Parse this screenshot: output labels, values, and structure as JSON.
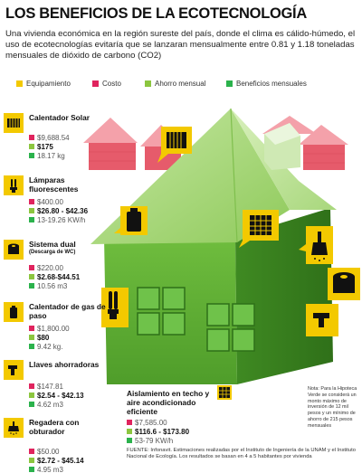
{
  "title": "LOS BENEFICIOS DE LA ECOTECNOLOGÍA",
  "intro": "Una vivienda económica en la región sureste del país, donde el clima es cálido-húmedo, el uso de ecotecnologías evitaría que se lanzaran mensualmente entre 0.81 y 1.18 toneladas mensuales de dióxido de carbono (CO2)",
  "legend": [
    {
      "label": "Equipamiento",
      "color": "#f3c900"
    },
    {
      "label": "Costo",
      "color": "#e0245e"
    },
    {
      "label": "Ahorro mensual",
      "color": "#8cc63f"
    },
    {
      "label": "Beneficios mensuales",
      "color": "#2bb24c"
    }
  ],
  "items": [
    {
      "name": "Calentador Solar",
      "sub": "",
      "cost": "$9,688.54",
      "saving": "$175",
      "benefit": "18.17 kg",
      "icon": "solar-heater-icon"
    },
    {
      "name": "Lámparas fluorescentes",
      "sub": "",
      "cost": "$400.00",
      "saving": "$26.80 - $42.36",
      "benefit": "13-19.26 KW/h",
      "icon": "lamp-icon"
    },
    {
      "name": "Sistema dual",
      "sub": "(Descarga de WC)",
      "cost": "$220.00",
      "saving": "$2.68-$44.51",
      "benefit": "10.56 m3",
      "icon": "toilet-icon"
    },
    {
      "name": "Calentador de gas de paso",
      "sub": "",
      "cost": "$1,800.00",
      "saving": "$80",
      "benefit": "9.42 kg.",
      "icon": "gas-heater-icon"
    },
    {
      "name": "Llaves ahorradoras",
      "sub": "",
      "cost": "$147.81",
      "saving": "$2.54 - $42.13",
      "benefit": "4.62 m3",
      "icon": "faucet-icon"
    },
    {
      "name": "Regadera con obturador",
      "sub": "",
      "cost": "$50.00",
      "saving": "$2.72 - $45.14",
      "benefit": "4.95 m3",
      "icon": "shower-icon"
    }
  ],
  "aislamiento": {
    "name": "Aislamiento en techo y aire acondicionado eficiente",
    "cost": "$7,585.00",
    "saving": "$116.6 - $173.80",
    "benefit": "53-79 KW/h",
    "icon": "insulation-icon"
  },
  "note": "Nota: Para la Hipoteca Verde se considerá un monto máximo de inversión de 12 mil pesos y un mínimo de ahorro de 215 pesos mensuales",
  "footer": "FUENTE: Infonavit. Estimaciones realizadas por el Instituto de Ingeniería de la UNAM y el Instituto Nacional de Ecología. Los resultados se basan en 4 a 5 habitantes por vivienda"
}
